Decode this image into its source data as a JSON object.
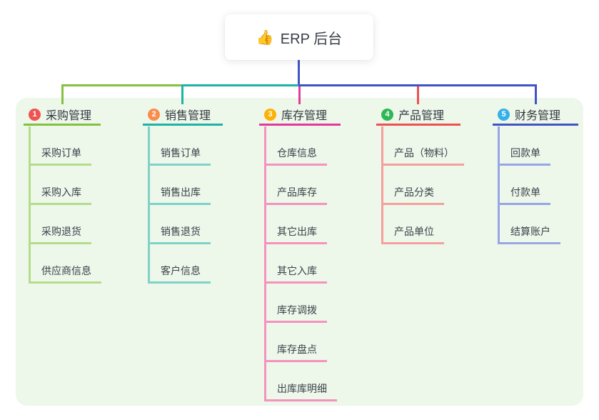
{
  "page": {
    "background_color": "#ffffff",
    "panel_background_color": "#edf7ea",
    "trunk_color": "#4254c5"
  },
  "root": {
    "emoji": "👍",
    "label": "ERP 后台"
  },
  "branches": [
    {
      "index": "1",
      "label": "采购管理",
      "badge_color": "#ef5350",
      "line_color": "#84c141",
      "child_line_color": "#b3dd8b",
      "children": [
        "采购订单",
        "采购入库",
        "采购退货",
        "供应商信息"
      ]
    },
    {
      "index": "2",
      "label": "销售管理",
      "badge_color": "#fb8c4c",
      "line_color": "#1fb3a6",
      "child_line_color": "#7fd2c8",
      "children": [
        "销售订单",
        "销售出库",
        "销售退货",
        "客户信息"
      ]
    },
    {
      "index": "3",
      "label": "库存管理",
      "badge_color": "#fcb105",
      "line_color": "#e23a9c",
      "child_line_color": "#f493bd",
      "children": [
        "仓库信息",
        "产品库存",
        "其它出库",
        "其它入库",
        "库存调拨",
        "库存盘点",
        "出库库明细"
      ]
    },
    {
      "index": "4",
      "label": "产品管理",
      "badge_color": "#2fb755",
      "line_color": "#ee5152",
      "child_line_color": "#f4a09e",
      "children": [
        "产品（物料）",
        "产品分类",
        "产品单位"
      ]
    },
    {
      "index": "5",
      "label": "财务管理",
      "badge_color": "#36b0e8",
      "line_color": "#4254c5",
      "child_line_color": "#97a6e6",
      "children": [
        "回款单",
        "付款单",
        "结算账户"
      ]
    }
  ]
}
